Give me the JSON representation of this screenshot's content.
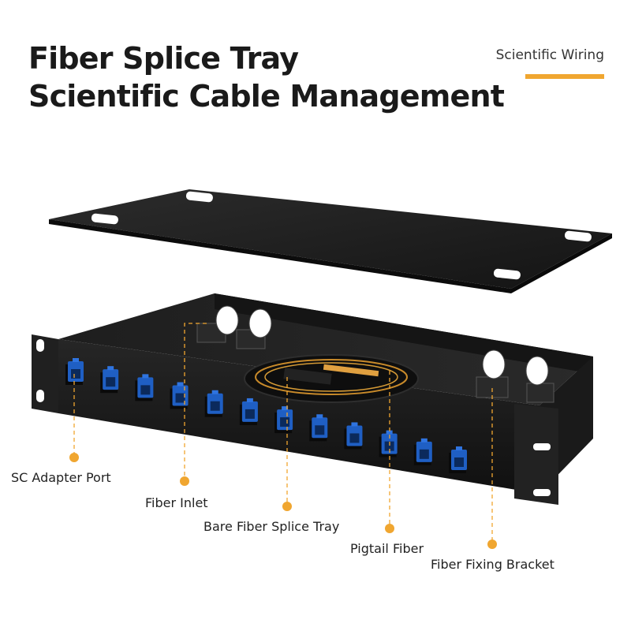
{
  "header": {
    "title_line1": "Fiber Splice Tray",
    "title_line2": "Scientific Cable Management",
    "tag": "Scientific Wiring"
  },
  "callouts": [
    {
      "name": "sc-adapter-port",
      "label": "SC Adapter Port"
    },
    {
      "name": "fiber-inlet",
      "label": "Fiber Inlet"
    },
    {
      "name": "bare-fiber-splice-tray",
      "label": "Bare Fiber Splice Tray"
    },
    {
      "name": "pigtail-fiber",
      "label": "Pigtail Fiber"
    },
    {
      "name": "fiber-fixing-bracket",
      "label": "Fiber Fixing Bracket"
    }
  ],
  "colors": {
    "accent": "#f0a630",
    "adapter_blue": "#1f5fc4",
    "chassis": "#1b1b1b",
    "text": "#1a1a1a"
  }
}
